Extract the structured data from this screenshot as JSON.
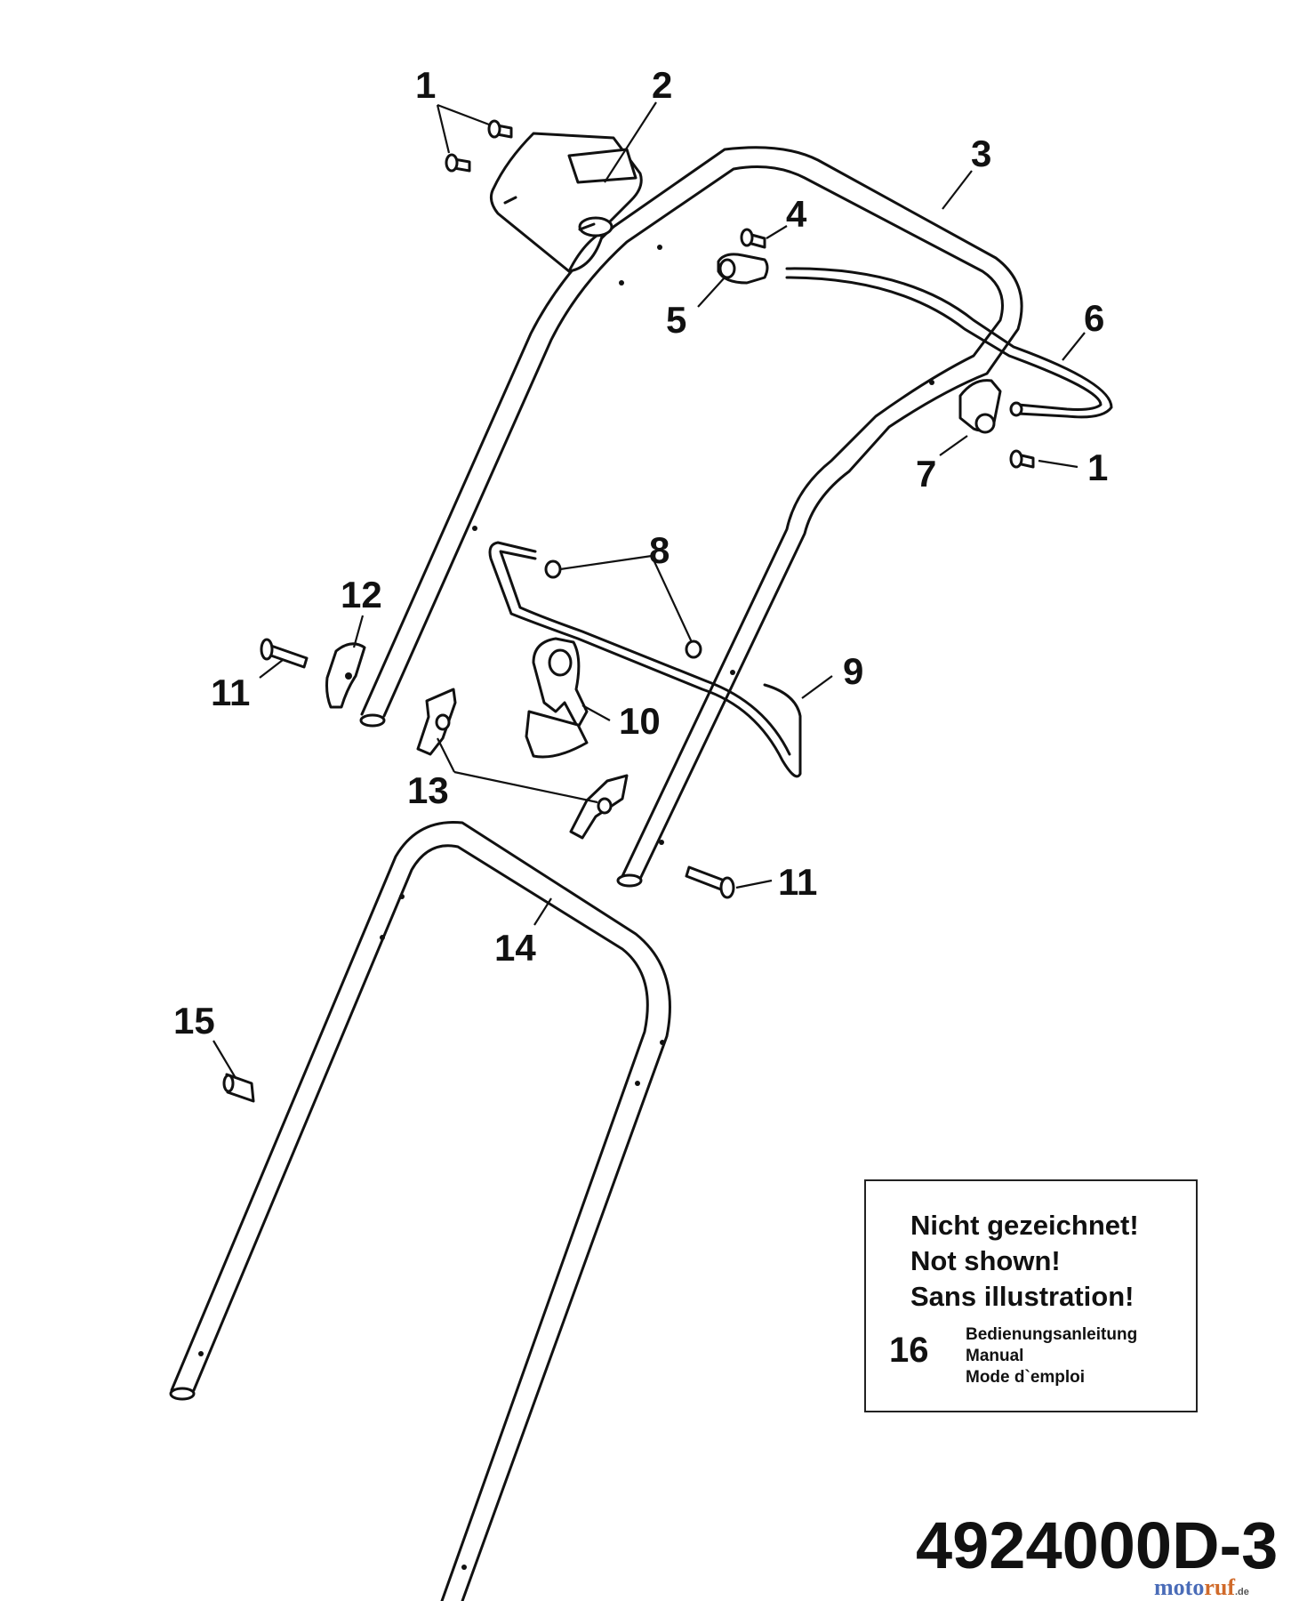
{
  "callouts": {
    "c1a": "1",
    "c1b": "1",
    "c2": "2",
    "c3": "3",
    "c4": "4",
    "c5": "5",
    "c6": "6",
    "c7": "7",
    "c8": "8",
    "c9": "9",
    "c10": "10",
    "c11a": "11",
    "c11b": "11",
    "c12": "12",
    "c13": "13",
    "c14": "14",
    "c15": "15"
  },
  "note_box": {
    "line1": "Nicht gezeichnet!",
    "line2": "Not shown!",
    "line3": "Sans illustration!",
    "item_number": "16",
    "item_lines": [
      "Bedienungsanleitung",
      "Manual",
      "Mode d`emploi"
    ]
  },
  "document_number": "4924000D-3",
  "watermark": {
    "part1": "moto",
    "part2": "ruf",
    "suffix": ".de"
  }
}
